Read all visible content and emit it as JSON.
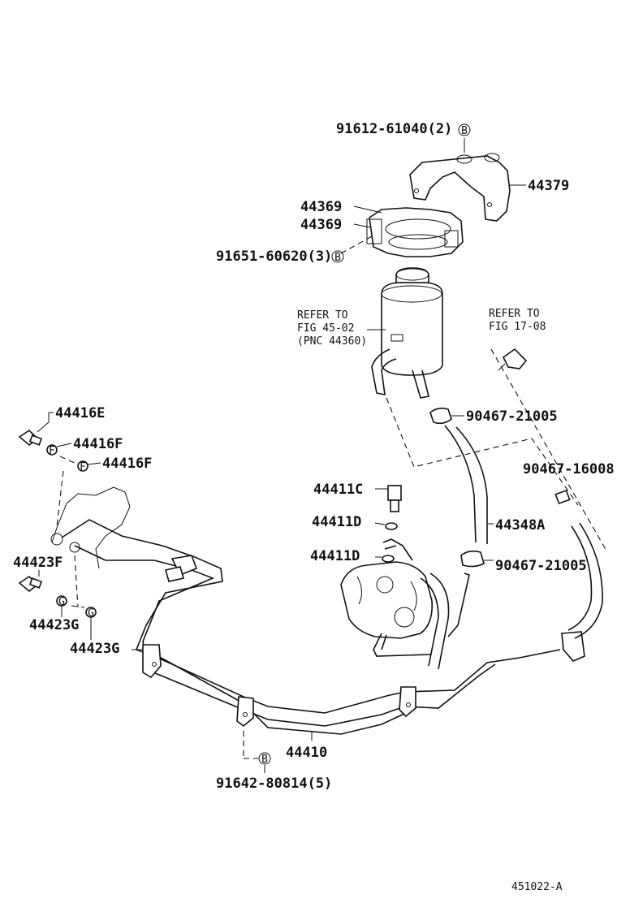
{
  "labels": {
    "p_91612": "91612-61040(2)",
    "p_44379": "44379",
    "p_44369a": "44369",
    "p_44369b": "44369",
    "p_91651": "91651-60620(3)",
    "refer1_a": "REFER TO",
    "refer1_b": "FIG 45-02",
    "refer1_c": "(PNC 44360)",
    "refer2_a": "REFER TO",
    "refer2_b": "FIG 17-08",
    "p_90467_a": "90467-21005",
    "p_90467_16008": "90467-16008",
    "p_44416E": "44416E",
    "p_44416F_a": "44416F",
    "p_44416F_b": "44416F",
    "p_44411C": "44411C",
    "p_44411D_a": "44411D",
    "p_44411D_b": "44411D",
    "p_44348A": "44348A",
    "p_90467_b": "90467-21005",
    "p_44423F": "44423F",
    "p_44423G_a": "44423G",
    "p_44423G_b": "44423G",
    "p_44410": "44410",
    "p_91642": "91642-80814(5)",
    "fig_code": "451022-A"
  },
  "markers": {
    "b": "B",
    "f": "F",
    "g": "G"
  }
}
